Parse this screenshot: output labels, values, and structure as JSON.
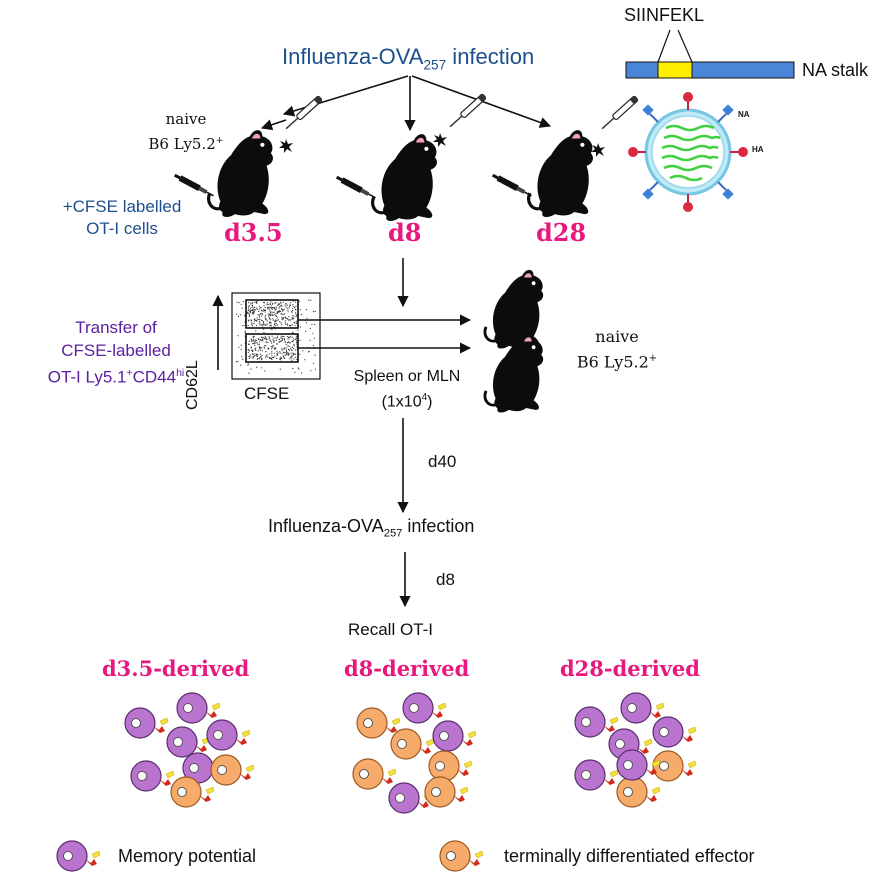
{
  "infection_top": {
    "text": "Influenza-OVA",
    "sub": "257",
    "suffix": " infection"
  },
  "peptide_label": "SIINFEKL",
  "na_stalk_label": "NA stalk",
  "virus_labels": {
    "na": "NA",
    "ha": "HA"
  },
  "naive_top": {
    "line1": "naive",
    "line2": "B6 Ly5.2",
    "sup": "+"
  },
  "cfse_otI": {
    "line1": "+CFSE labelled",
    "line2": "OT-I cells"
  },
  "timepoints": [
    "d3.5",
    "d8",
    "d28"
  ],
  "transfer": {
    "line1": "Transfer of",
    "line2": "CFSE-labelled",
    "line3a": "OT-I Ly5.1",
    "line3sup1": "+",
    "line3b": "CD44",
    "line3sup2": "hi"
  },
  "facs": {
    "ylabel": "CD62L",
    "xlabel": "CFSE"
  },
  "spleen": {
    "line1": "Spleen or MLN",
    "line2a": "(1x10",
    "line2sup": "4",
    "line2b": ")"
  },
  "naive_right": {
    "line1": "naive",
    "line2": "B6 Ly5.2",
    "sup": "+"
  },
  "interval_1": "d40",
  "infection_mid": {
    "text": "Influenza-OVA",
    "sub": "257",
    "suffix": " infection"
  },
  "interval_2": "d8",
  "recall_label": "Recall OT-I",
  "derived_groups": [
    "d3.5-derived",
    "d8-derived",
    "d28-derived"
  ],
  "legend": {
    "memory": "Memory potential",
    "effector": "terminally differentiated effector"
  },
  "colors": {
    "memory": "#b974cf",
    "effector": "#f6ab6a",
    "pink": "#e8197e",
    "blue": "#1d4f8f",
    "purple": "#5a1fa0",
    "stalk": "#4a86d8",
    "peptide": "#ffee00",
    "rna": "#3fd13f"
  }
}
